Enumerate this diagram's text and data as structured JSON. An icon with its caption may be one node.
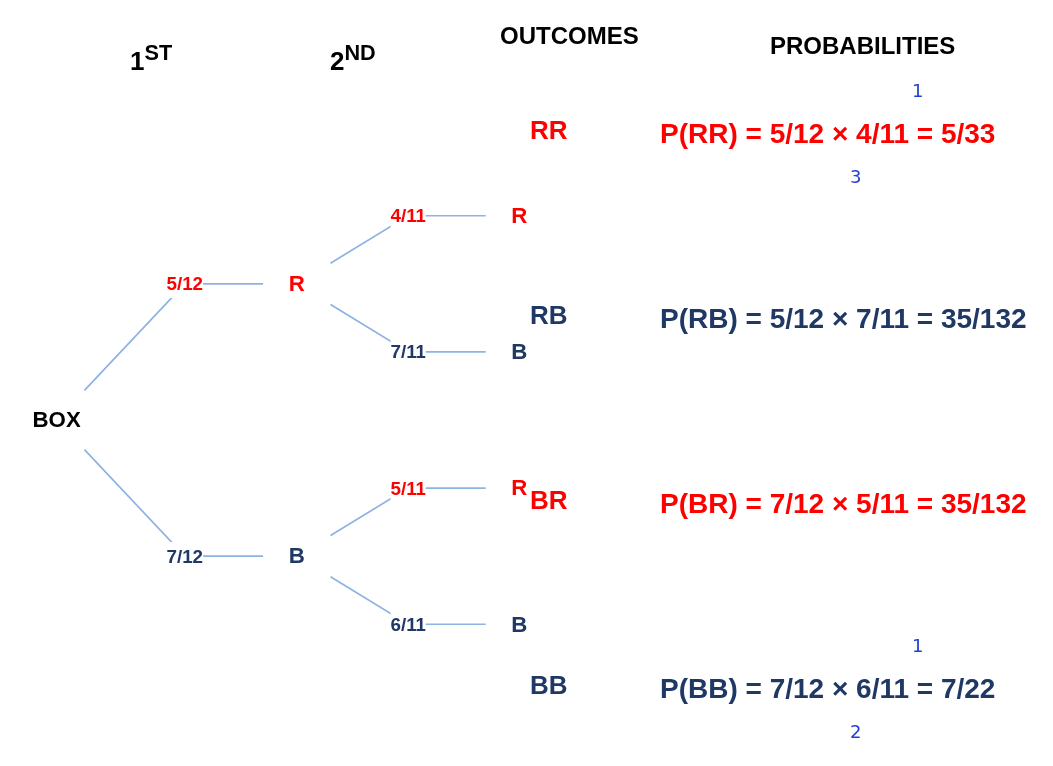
{
  "diagram": {
    "nodes": [
      {
        "text": [
          "BOX"
        ]
      },
      {
        "text": [
          "R"
        ]
      },
      {
        "text": [
          "B"
        ]
      },
      {
        "text": [
          "R"
        ]
      },
      {
        "text": [
          "B"
        ]
      },
      {
        "text": [
          "R"
        ]
      },
      {
        "text": [
          "B"
        ]
      }
    ],
    "edges": [
      {
        "from": 0,
        "to": 1,
        "arrow": "none",
        "label": "5/12"
      },
      {
        "from": 0,
        "to": 2,
        "arrow": "none",
        "label": "7/12"
      },
      {
        "from": 1,
        "to": 3,
        "arrow": "none",
        "label": "4/11"
      },
      {
        "from": 1,
        "to": 4,
        "arrow": "none",
        "label": "7/11"
      },
      {
        "from": 2,
        "to": 5,
        "arrow": "none",
        "label": "5/11"
      },
      {
        "from": 2,
        "to": 6,
        "arrow": "none",
        "label": "6/11"
      }
    ],
    "labels": [
      "1$^{ST}$",
      "2$^{ND}$",
      "OUTCOMES",
      "PROBABILITIES",
      "RR",
      "RB",
      "BR",
      "BB",
      "P(RR) = 5/12 × 4/11 = 5/33",
      "P(RB) = 5/12 × 7/11 = 35/132",
      "P(BR) = 7/12 × 5/11 = 35/132",
      "P(BB) = 7/12 × 6/11 = 7/22",
      "1",
      "3",
      "1",
      "2"
    ]
  }
}
